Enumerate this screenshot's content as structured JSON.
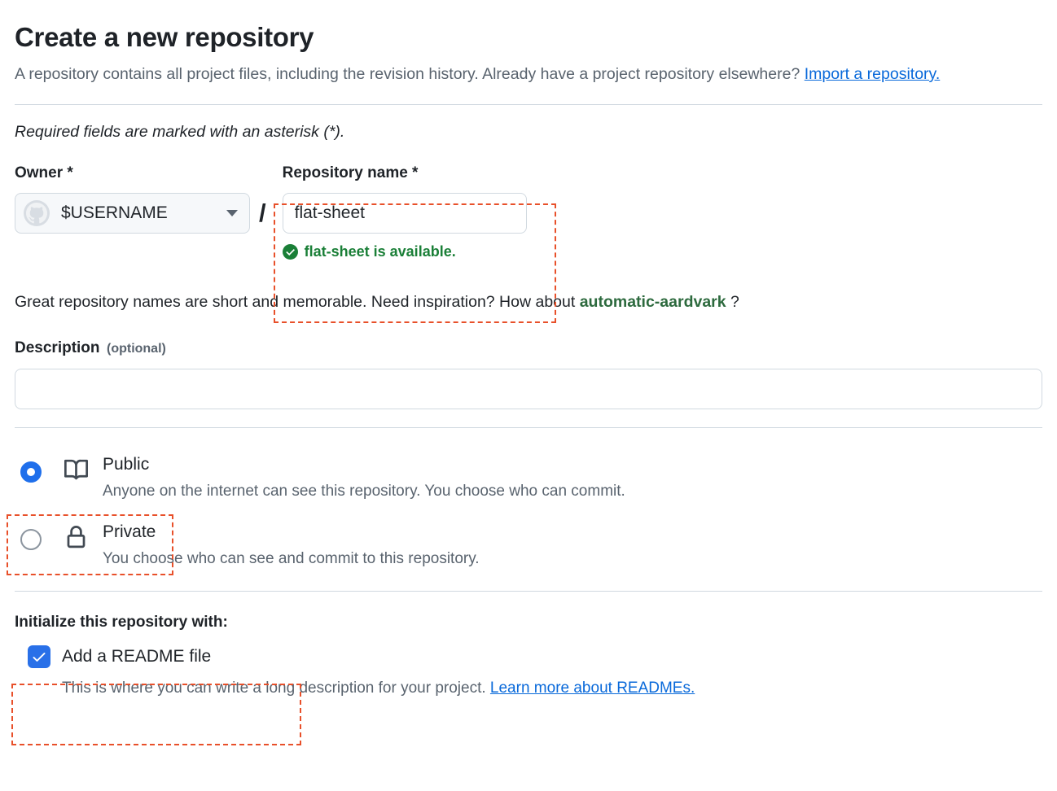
{
  "header": {
    "title": "Create a new repository",
    "description_part1": "A repository contains all project files, including the revision history. Already have a project repository elsewhere?",
    "import_link": "Import a repository.",
    "required_note": "Required fields are marked with an asterisk (*)."
  },
  "owner": {
    "label": "Owner *",
    "value": "$USERNAME",
    "avatar_icon": "github-octocat-icon",
    "caret_icon": "chevron-down-icon"
  },
  "separator": "/",
  "repository_name": {
    "label": "Repository name *",
    "value": "flat-sheet",
    "placeholder": "",
    "availability_text": "flat-sheet is available.",
    "availability_icon": "check-circle-icon",
    "availability_color": "#1a7f37"
  },
  "inspiration": {
    "text_before": "Great repository names are short and memorable. Need inspiration? How about",
    "suggestion": "automatic-aardvark",
    "text_after": "?",
    "suggestion_color": "#2d6a3e"
  },
  "description": {
    "label": "Description",
    "optional": "(optional)",
    "value": "",
    "placeholder": ""
  },
  "visibility": {
    "options": [
      {
        "id": "public",
        "title": "Public",
        "description": "Anyone on the internet can see this repository. You choose who can commit.",
        "icon": "repo-book-icon",
        "selected": true
      },
      {
        "id": "private",
        "title": "Private",
        "description": "You choose who can see and commit to this repository.",
        "icon": "lock-icon",
        "selected": false
      }
    ]
  },
  "initialize": {
    "title": "Initialize this repository with:",
    "readme_label": "Add a README file",
    "readme_checked": true,
    "readme_help_text": "This is where you can write a long description for your project.",
    "readme_link": "Learn more about READMEs."
  },
  "colors": {
    "annotation_border": "#e8502a",
    "link_blue": "#0969da",
    "accent_blue": "#1f6feb",
    "success_green": "#1a7f37",
    "muted_text": "#59636e",
    "border": "#d1d9e0"
  }
}
